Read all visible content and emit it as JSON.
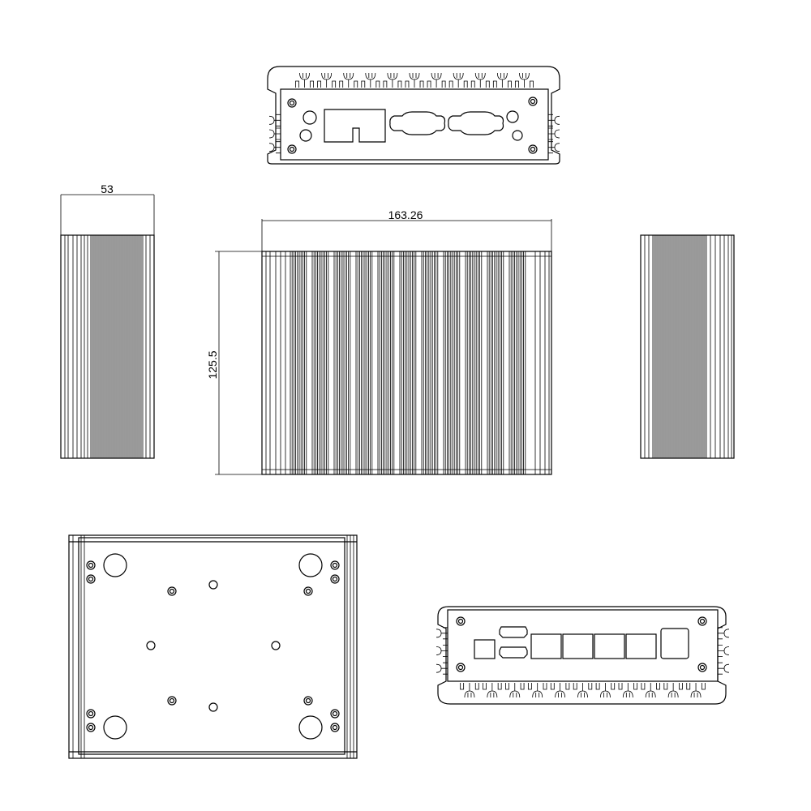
{
  "drawing": {
    "dimensions": {
      "depth": "53",
      "width": "163.26",
      "height": "125.5"
    },
    "colors": {
      "line": "#000000",
      "background": "#ffffff"
    },
    "views": {
      "front_panel_ports": [
        "power-jack-cutout",
        "db9-port",
        "db9-port"
      ],
      "rear_panel_ports": [
        "usb-port",
        "hdmi-port",
        "hdmi-port",
        "lan-port",
        "lan-port",
        "lan-port",
        "lan-port",
        "sim-slot"
      ]
    }
  }
}
